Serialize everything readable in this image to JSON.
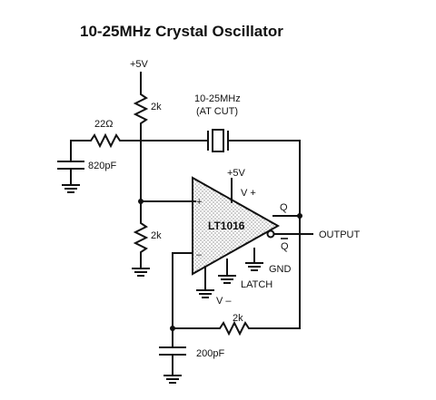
{
  "title": "10-25MHz Crystal Oscillator",
  "labels": {
    "supply_top": "+5V",
    "r_top": "2k",
    "r_bottom": "2k",
    "r_series": "22Ω",
    "c_left": "820pF",
    "crystal_freq": "10-25MHz",
    "crystal_cut": "(AT CUT)",
    "comp_supply": "+5V",
    "v_plus": "V +",
    "v_minus": "V –",
    "plus_sign": "+",
    "minus_sign": "–",
    "chip": "LT1016",
    "q": "Q",
    "q_bar": "Q",
    "output": "OUTPUT",
    "gnd": "GND",
    "latch": "LATCH",
    "r_feedback": "2k",
    "c_bottom": "200pF"
  }
}
